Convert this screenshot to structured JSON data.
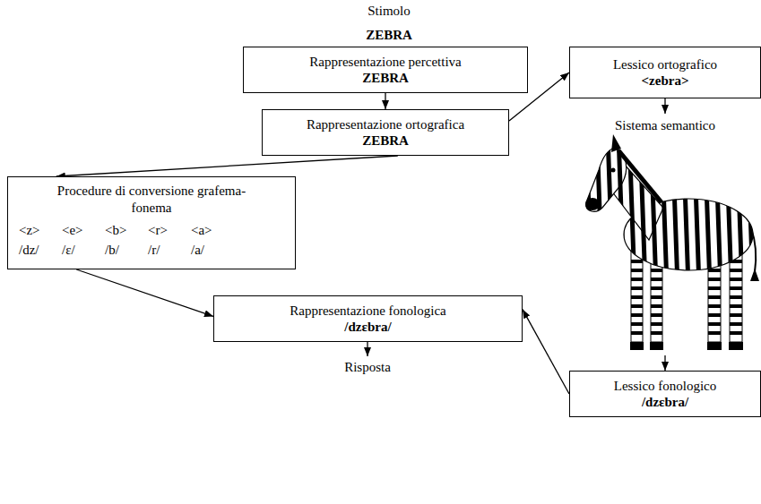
{
  "diagram": {
    "nodes": [
      {
        "text": [
          "Rappresentazione percettiva",
          "ZEBRA"
        ]
      },
      {
        "text": [
          "Rappresentazione ortografica",
          "ZEBRA"
        ]
      },
      {
        "text": [
          "Lessico ortografico",
          "<zebra>"
        ]
      },
      {
        "text": [
          "Procedure di conversione grafema-fonema",
          "<z>",
          "<e>",
          "<b>",
          "<r>",
          "<a>",
          "/dz/",
          "/ɛ/",
          "/b/",
          "/r/",
          "/a/"
        ]
      },
      {
        "text": [
          "Sistema semantico"
        ]
      },
      {
        "text": [
          "Rappresentazione fonologica",
          "/dzɛbra/"
        ]
      },
      {
        "text": [
          "Lessico fonologico",
          "/dzɛbra/"
        ]
      }
    ],
    "edges": [
      {
        "from": 0,
        "to": 1,
        "arrow": "to"
      },
      {
        "from": 1,
        "to": 2,
        "arrow": "to"
      },
      {
        "from": 2,
        "to": 4,
        "arrow": "to"
      },
      {
        "from": 1,
        "to": 3,
        "arrow": "to"
      },
      {
        "from": 3,
        "to": 5,
        "arrow": "to"
      },
      {
        "from": 4,
        "to": 6,
        "arrow": "to"
      },
      {
        "from": 6,
        "to": 5,
        "arrow": "to"
      }
    ],
    "labels": [
      "Stimolo",
      "ZEBRA",
      "Risposta"
    ]
  }
}
